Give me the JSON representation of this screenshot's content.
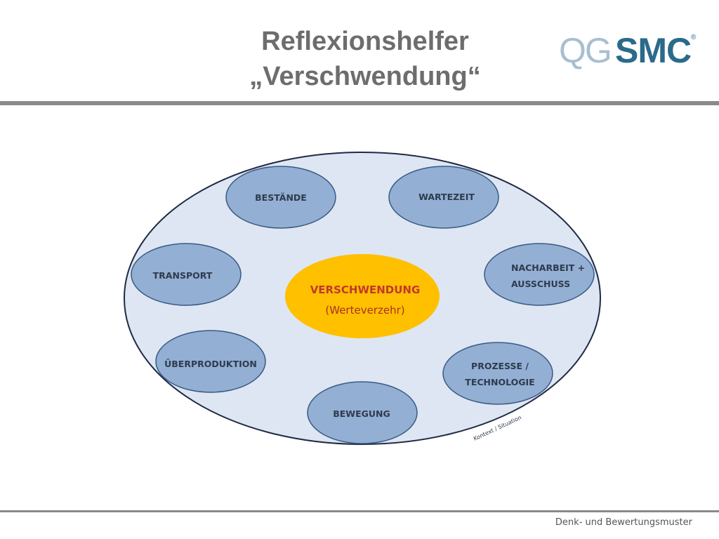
{
  "header": {
    "title_line1": "Reflexionshelfer",
    "title_line2": "„Verschwendung“",
    "logo_part1": "QG",
    "logo_part2": "SMC",
    "logo_mark": "®"
  },
  "diagram": {
    "center": {
      "label": "VERSCHWENDUNG",
      "sublabel": "(Werteverzehr)"
    },
    "nodes": [
      {
        "id": "bestaende",
        "lines": [
          "BESTÄNDE"
        ]
      },
      {
        "id": "wartezeit",
        "lines": [
          "WARTEZEIT"
        ]
      },
      {
        "id": "transport",
        "lines": [
          "TRANSPORT"
        ]
      },
      {
        "id": "nacharbeit",
        "lines": [
          "NACHARBEIT +",
          "AUSSCHUSS"
        ]
      },
      {
        "id": "ueberproduktion",
        "lines": [
          "ÜBERPRODUKTION"
        ]
      },
      {
        "id": "prozesse",
        "lines": [
          "PROZESSE /",
          "TECHNOLOGIE"
        ]
      },
      {
        "id": "bewegung",
        "lines": [
          "BEWEGUNG"
        ]
      }
    ],
    "context_label": "Kontext / Situation"
  },
  "footer": {
    "text": "Denk- und Bewertungsmuster"
  },
  "colors": {
    "outer_fill": "#dde6f2",
    "node_fill": "#93afd3",
    "node_stroke": "#3a5a85",
    "center_fill": "#ffc000",
    "title": "#6d6d6d",
    "rule": "#8a8a8a"
  }
}
